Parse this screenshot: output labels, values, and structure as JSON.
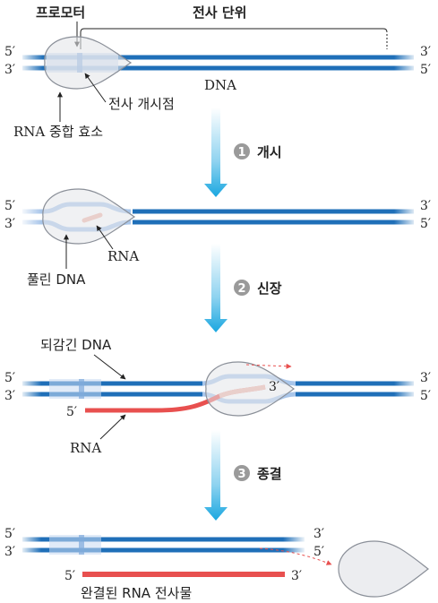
{
  "colors": {
    "dna": "#1f6fb8",
    "dna_light": "#a9c6ea",
    "rna": "#e8504f",
    "rna_light": "#f0b3a6",
    "enzyme_fill": "#e4e6ea",
    "enzyme_stroke": "#8a8f98",
    "arrow": "#34b3e2"
  },
  "stage1": {
    "promoter": "프로모터",
    "transcription_unit": "전사 단위",
    "dna": "DNA",
    "start_point": "전사 개시점",
    "polymerase": "RNA 중합 효소",
    "left_top": "5′",
    "left_bottom": "3′",
    "right_top": "3′",
    "right_bottom": "5′"
  },
  "step1": {
    "number": "1",
    "label": "개시"
  },
  "stage2": {
    "rna": "RNA",
    "unwound_dna": "풀린 DNA",
    "left_top": "5′",
    "left_bottom": "3′",
    "right_top": "3′",
    "right_bottom": "5′"
  },
  "step2": {
    "number": "2",
    "label": "신장"
  },
  "stage3": {
    "rewound_dna": "되감긴 DNA",
    "rna": "RNA",
    "rna_5": "5′",
    "rna_3": "3′",
    "left_top": "5′",
    "left_bottom": "3′",
    "right_top": "3′",
    "right_bottom": "5′"
  },
  "step3": {
    "number": "3",
    "label": "종결"
  },
  "stage4": {
    "completed": "완결된 RNA 전사물",
    "left_top": "5′",
    "left_bottom": "3′",
    "right_top": "3′",
    "right_bottom": "5′",
    "rna_5": "5′",
    "rna_3": "3′"
  }
}
